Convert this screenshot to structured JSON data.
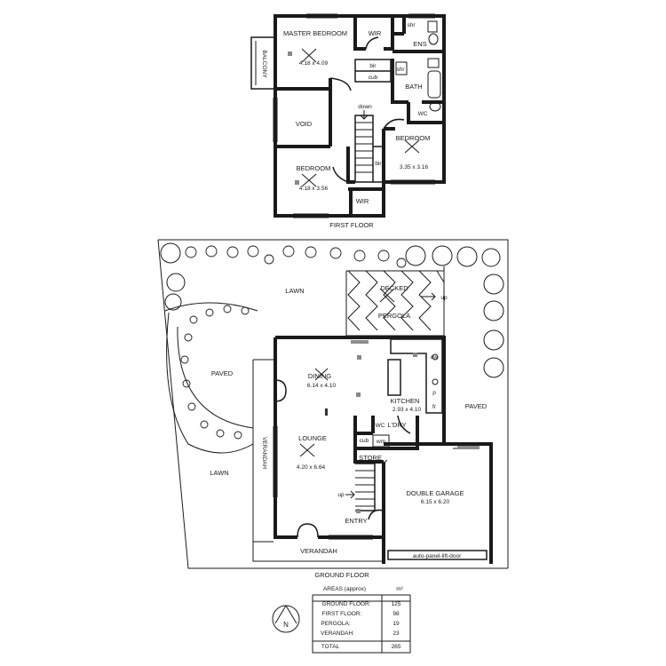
{
  "first_floor": {
    "caption": "FIRST FLOOR",
    "rooms": {
      "master_bedroom": {
        "name": "MASTER BEDROOM",
        "size": "4.18 x 4.09"
      },
      "wir_top": "WIR",
      "shr_top": "shr",
      "ens": "ENS",
      "balcony": "BALCONY",
      "bir_top": "bir",
      "cub_top": "cub",
      "shr_bath": "shr",
      "bath": "BATH",
      "wc": "WC",
      "down": "down",
      "void": "VOID",
      "bedroom_right": {
        "name": "BEDROOM",
        "size": "3.35 x 3.16"
      },
      "bir_stair": "bir",
      "bedroom_left": {
        "name": "BEDROOM",
        "size": "4.18 x 3.56"
      },
      "wir_bottom": "WIR"
    }
  },
  "ground_floor": {
    "caption": "GROUND FLOOR",
    "rooms": {
      "lawn_top": "LAWN",
      "decked": "DECKED",
      "pergola": "PERGOLA",
      "up_deck": "up",
      "paved_left": "PAVED",
      "dining": {
        "name": "DINING",
        "size": "6.14 x 4.10"
      },
      "dw": "dw",
      "p": "p",
      "fr": "fr",
      "kitchen": {
        "name": "KITCHEN",
        "size": "2.93 x 4.10"
      },
      "paved_right": "PAVED",
      "wc": "WC",
      "ldry": "L'DRY",
      "cub": "cub",
      "wm": "wm",
      "lounge": {
        "name": "LOUNGE",
        "size": "4.20 x 6.64"
      },
      "verandah_side": "VERANDAH",
      "lawn_left": "LAWN",
      "store": "STORE",
      "up_stair": "up",
      "double_garage": {
        "name": "DOUBLE GARAGE",
        "size": "6.15 x 6.20"
      },
      "entry": "ENTRY",
      "verandah_front": "VERANDAH",
      "garage_door": "auto-panel-lift-door"
    }
  },
  "areas_table": {
    "header_left": "AREAS (approx)",
    "header_right": "m²",
    "rows": [
      {
        "label": "GROUND FLOOR:",
        "value": "125"
      },
      {
        "label": "FIRST FLOOR:",
        "value": "98"
      },
      {
        "label": "PERGOLA:",
        "value": "19"
      },
      {
        "label": "VERANDAH:",
        "value": "23"
      }
    ],
    "total_label": "TOTAL",
    "total_value": "265"
  },
  "north_arrow": {
    "letter": "N"
  }
}
